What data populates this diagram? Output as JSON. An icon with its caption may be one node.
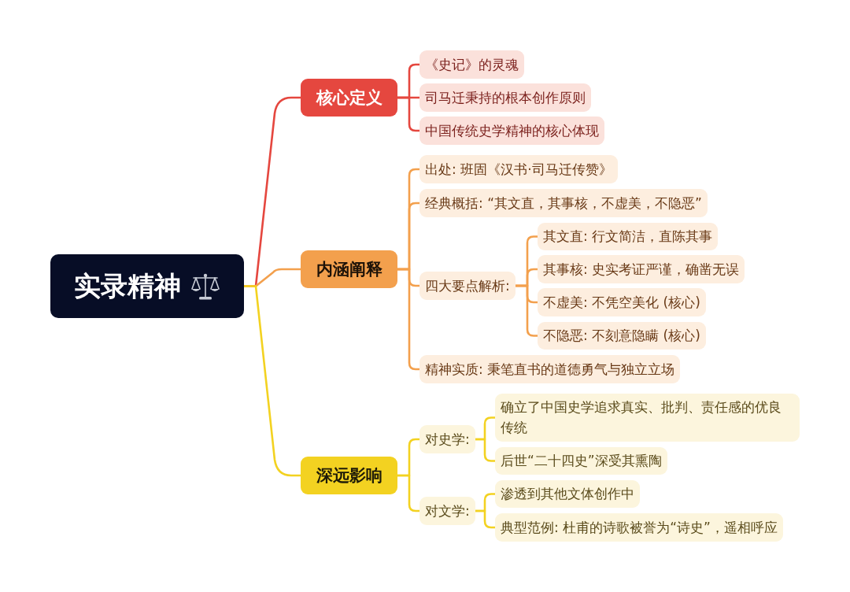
{
  "diagram": {
    "nodes": [
      {
        "text": [
          "实录精神"
        ]
      },
      {
        "text": [
          "核心定义"
        ]
      },
      {
        "text": [
          "《史记》的灵魂"
        ]
      },
      {
        "text": [
          "司马迁秉持的根本创作原则"
        ]
      },
      {
        "text": [
          "中国传统史学精神的核心体现"
        ]
      },
      {
        "text": [
          "内涵阐释"
        ]
      },
      {
        "text": [
          "出处: 班固《汉书·司马迁传赞》"
        ]
      },
      {
        "text": [
          "经典概括: “其文直，其事核，不虚美，不隐恶”"
        ]
      },
      {
        "text": [
          "四大要点解析:"
        ]
      },
      {
        "text": [
          "其文直: 行文简洁，直陈其事"
        ]
      },
      {
        "text": [
          "其事核: 史实考证严谨，确凿无误"
        ]
      },
      {
        "text": [
          "不虚美: 不凭空美化 (核心)"
        ]
      },
      {
        "text": [
          "不隐恶: 不刻意隐瞒 (核心)"
        ]
      },
      {
        "text": [
          "精神实质: 秉笔直书的道德勇气与独立立场"
        ]
      },
      {
        "text": [
          "深远影响"
        ]
      },
      {
        "text": [
          "对史学:"
        ]
      },
      {
        "text": [
          "确立了中国史学追求真实、批判、责任感的优良传统"
        ]
      },
      {
        "text": [
          "后世“二十四史”深受其熏陶"
        ]
      },
      {
        "text": [
          "对文学:"
        ]
      },
      {
        "text": [
          "渗透到其他文体创作中"
        ]
      },
      {
        "text": [
          "典型范例: 杜甫的诗歌被誉为“诗史”，遥相呼应"
        ]
      }
    ],
    "edges": [
      {
        "from": 0,
        "to": 1,
        "arrow": "none",
        "color": "#e5473f"
      },
      {
        "from": 0,
        "to": 5,
        "arrow": "none",
        "color": "#f3a04d"
      },
      {
        "from": 0,
        "to": 14,
        "arrow": "none",
        "color": "#f3d221"
      },
      {
        "from": 1,
        "to": 2,
        "arrow": "none",
        "color": "#e5473f"
      },
      {
        "from": 1,
        "to": 3,
        "arrow": "none",
        "color": "#e5473f"
      },
      {
        "from": 1,
        "to": 4,
        "arrow": "none",
        "color": "#e5473f"
      },
      {
        "from": 5,
        "to": 6,
        "arrow": "none",
        "color": "#f3a04d"
      },
      {
        "from": 5,
        "to": 7,
        "arrow": "none",
        "color": "#f3a04d"
      },
      {
        "from": 5,
        "to": 8,
        "arrow": "none",
        "color": "#f3a04d"
      },
      {
        "from": 5,
        "to": 13,
        "arrow": "none",
        "color": "#f3a04d"
      },
      {
        "from": 8,
        "to": 9,
        "arrow": "none",
        "color": "#f3a04d"
      },
      {
        "from": 8,
        "to": 10,
        "arrow": "none",
        "color": "#f3a04d"
      },
      {
        "from": 8,
        "to": 11,
        "arrow": "none",
        "color": "#f3a04d"
      },
      {
        "from": 8,
        "to": 12,
        "arrow": "none",
        "color": "#f3a04d"
      },
      {
        "from": 14,
        "to": 15,
        "arrow": "none",
        "color": "#f3d221"
      },
      {
        "from": 14,
        "to": 18,
        "arrow": "none",
        "color": "#f3d221"
      },
      {
        "from": 15,
        "to": 16,
        "arrow": "none",
        "color": "#f3d221"
      },
      {
        "from": 15,
        "to": 17,
        "arrow": "none",
        "color": "#f3d221"
      },
      {
        "from": 18,
        "to": 19,
        "arrow": "none",
        "color": "#f3d221"
      },
      {
        "from": 18,
        "to": 20,
        "arrow": "none",
        "color": "#f3d221"
      }
    ]
  }
}
